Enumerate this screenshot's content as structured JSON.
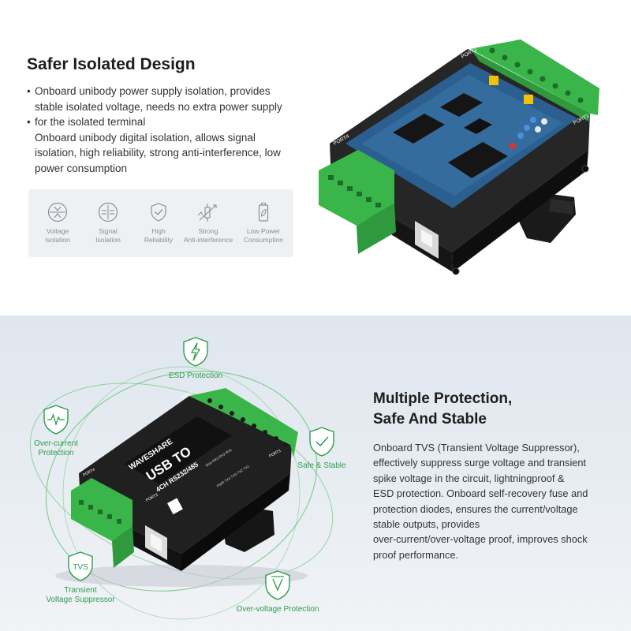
{
  "section1": {
    "title": "Safer Isolated Design",
    "bullet_lines": [
      {
        "bullet": "•",
        "text": "Onboard unibody power supply isolation, provides"
      },
      {
        "bullet": "",
        "text": "stable isolated voltage, needs no extra power supply"
      },
      {
        "bullet": "•",
        "text": "for the isolated terminal"
      },
      {
        "bullet": "",
        "text": "Onboard unibody digital isolation, allows signal"
      },
      {
        "bullet": "",
        "text": "isolation, high reliability, strong anti-interference, low"
      },
      {
        "bullet": "",
        "text": "power consumption"
      }
    ],
    "features": [
      {
        "icon": "voltage-isolation-icon",
        "line1": "Voltage",
        "line2": "Isolation"
      },
      {
        "icon": "signal-isolation-icon",
        "line1": "Signal",
        "line2": "Isolation"
      },
      {
        "icon": "shield-check-icon",
        "line1": "High",
        "line2": "Reliability"
      },
      {
        "icon": "anti-interference-icon",
        "line1": "Strong",
        "line2": "Anti-interference"
      },
      {
        "icon": "low-power-icon",
        "line1": "Low Power",
        "line2": "Consumption"
      }
    ]
  },
  "device_top": {
    "port_labels": [
      "PORT2",
      "PORT4",
      "PORT1"
    ]
  },
  "section2": {
    "title_line1": "Multiple Protection,",
    "title_line2": "Safe And Stable",
    "para_lines": [
      "Onboard TVS (Transient Voltage Suppressor),",
      "effectively suppress surge voltage and transient",
      "spike voltage in the circuit, lightningproof &",
      "ESD protection. Onboard self-recovery fuse and",
      "protection diodes, ensures the current/voltage",
      "stable outputs, provides",
      "over-current/over-voltage proof, improves shock",
      "proof performance."
    ],
    "protections": {
      "esd": "ESD Protection",
      "overcurrent_1": "Over-current",
      "overcurrent_2": "Protection",
      "safe": "Safe & Stable",
      "tvs_badge": "TVS",
      "tvs_1": "Transient",
      "tvs_2": "Voltage Suppressor",
      "overvoltage": "Over-voltage Protection"
    }
  },
  "device_bottom": {
    "brand": "WAVESHARE",
    "model_line1": "USB TO",
    "model_line2": "4CH RS232/485",
    "led_row1": "RX4  RX3  RX2  RX1",
    "led_row2": "PWR  TX4  TX3  TX2  TX1",
    "port_labels": [
      "PORT2",
      "PORT4",
      "PORT1",
      "PORT3"
    ]
  },
  "colors": {
    "heading": "#1d1d1d",
    "body_text": "#333333",
    "feature_gray": "#8a8f96",
    "protection_green": "#2e9d4b",
    "terminal_green": "#39b54a",
    "pcb_blue": "#2b5f8f"
  }
}
